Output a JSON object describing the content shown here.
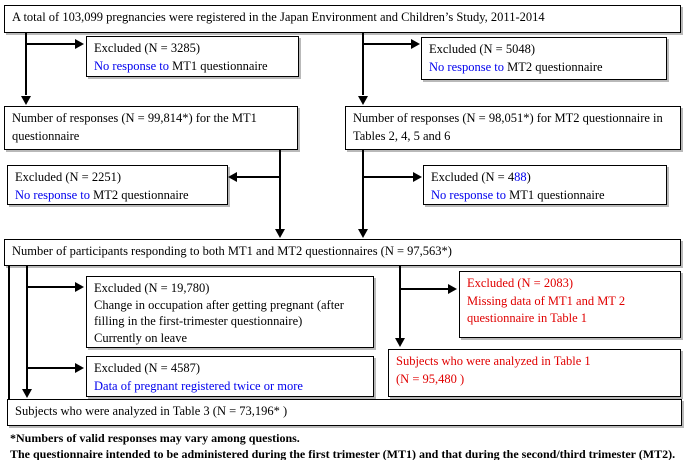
{
  "palette": {
    "blue": "#0000ee",
    "red": "#e00000",
    "black": "#000000"
  },
  "boxes": {
    "total": {
      "lines": [
        [
          {
            "t": "A total of 103,099 pregnancies were registered in the Japan Environment and Children’s Study, 2011-2014"
          }
        ]
      ]
    },
    "excl_3285": {
      "lines": [
        [
          {
            "t": "Excluded (N = 3285)"
          }
        ],
        [
          {
            "t": "No response to ",
            "c": "blue"
          },
          {
            "t": "MT1 questionnaire"
          }
        ]
      ]
    },
    "excl_5048": {
      "lines": [
        [
          {
            "t": "Excluded (N = 5048)"
          }
        ],
        [
          {
            "t": "No response to ",
            "c": "blue"
          },
          {
            "t": "MT2 questionnaire"
          }
        ]
      ]
    },
    "resp_mt1": {
      "lines": [
        [
          {
            "t": "Number of responses (N = 99,814*) for the MT1"
          }
        ],
        [
          {
            "t": "questionnaire"
          }
        ]
      ]
    },
    "resp_mt2": {
      "lines": [
        [
          {
            "t": "Number of responses (N = 98,051*) for MT2 questionnaire in"
          }
        ],
        [
          {
            "t": "Tables 2, 4, 5 and 6"
          }
        ]
      ]
    },
    "excl_2251": {
      "lines": [
        [
          {
            "t": "Excluded (N = 2251)"
          }
        ],
        [
          {
            "t": "No response to ",
            "c": "blue"
          },
          {
            "t": "MT2 questionnaire"
          }
        ]
      ]
    },
    "excl_488": {
      "lines": [
        [
          {
            "t": "Excluded (N = 4"
          },
          {
            "t": "88",
            "c": "blue"
          },
          {
            "t": ")"
          }
        ],
        [
          {
            "t": "No response to ",
            "c": "blue"
          },
          {
            "t": "MT1 questionnaire"
          }
        ]
      ]
    },
    "both": {
      "lines": [
        [
          {
            "t": "Number of participants responding to both MT1 and MT2 questionnaires (N = 97,563*)"
          }
        ]
      ]
    },
    "excl_19780": {
      "lines": [
        [
          {
            "t": "Excluded (N = 19,780)"
          }
        ],
        [
          {
            "t": "Change in occupation after getting pregnant (after"
          }
        ],
        [
          {
            "t": "filling in the first-trimester questionnaire)"
          }
        ],
        [
          {
            "t": "Currently on leave"
          }
        ]
      ]
    },
    "excl_2083": {
      "lines": [
        [
          {
            "t": "Excluded (N = 2083)",
            "c": "red"
          }
        ],
        [
          {
            "t": "Missing data of MT1 and MT 2",
            "c": "red"
          }
        ],
        [
          {
            "t": "questionnaire in Table 1",
            "c": "red"
          }
        ]
      ]
    },
    "excl_4587": {
      "lines": [
        [
          {
            "t": "Excluded (N = 4587)"
          }
        ],
        [
          {
            "t": "Data of pregnant registered twice or more",
            "c": "blue"
          }
        ]
      ]
    },
    "table1": {
      "lines": [
        [
          {
            "t": "Subjects who were analyzed in Table 1",
            "c": "red"
          }
        ],
        [
          {
            "t": "(N = 95,480 )",
            "c": "red"
          }
        ]
      ]
    },
    "table3": {
      "lines": [
        [
          {
            "t": "Subjects who were analyzed in Table 3 (N = 73,196* )"
          }
        ]
      ]
    }
  },
  "footnotes": {
    "line1": "*Numbers of valid responses may vary among questions.",
    "line2": "The questionnaire intended to be administered during the first trimester (MT1) and that during the second/third trimester (MT2)."
  }
}
